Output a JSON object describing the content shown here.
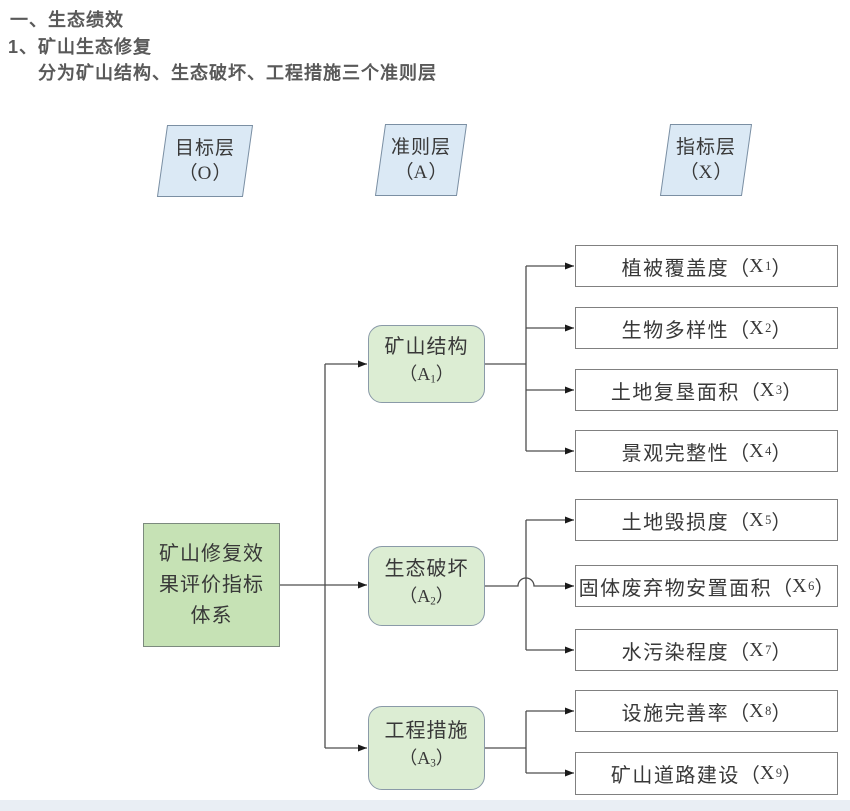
{
  "page": {
    "heading1": "一、生态绩效",
    "heading2": "1、矿山生态修复",
    "heading3": "分为矿山结构、生态破坏、工程措施三个准则层"
  },
  "ui": {
    "open_paren": "（",
    "close_paren": "）"
  },
  "colors": {
    "heading_text": "#595959",
    "layer_fill": "#dbe9f5",
    "layer_border": "#7b8fa3",
    "goal_fill": "#c6e2b5",
    "criteria_fill": "#dcedd3",
    "indicator_fill": "#ffffff",
    "indicator_border": "#808080",
    "line_color": "#4d4d4d",
    "arrow_color": "#1a1a1a",
    "diagram_text": "#383838"
  },
  "layers": [
    {
      "title": "目标层",
      "code": "O"
    },
    {
      "title": "准则层",
      "code": "A"
    },
    {
      "title": "指标层",
      "code": "X"
    }
  ],
  "goal": {
    "label": "矿山修复效果评价指标体系"
  },
  "criteria": [
    {
      "name": "矿山结构",
      "symbol_base": "A",
      "symbol_sub": "1"
    },
    {
      "name": "生态破坏",
      "symbol_base": "A",
      "symbol_sub": "2"
    },
    {
      "name": "工程措施",
      "symbol_base": "A",
      "symbol_sub": "3"
    }
  ],
  "indicators": [
    {
      "name": "植被覆盖度",
      "symbol_base": "X",
      "symbol_sub": "1"
    },
    {
      "name": "生物多样性",
      "symbol_base": "X",
      "symbol_sub": "2"
    },
    {
      "name": "土地复垦面积",
      "symbol_base": "X",
      "symbol_sub": "3"
    },
    {
      "name": "景观完整性",
      "symbol_base": "X",
      "symbol_sub": "4"
    },
    {
      "name": "土地毁损度",
      "symbol_base": "X",
      "symbol_sub": "5"
    },
    {
      "name": "固体废弃物安置面积",
      "symbol_base": "X",
      "symbol_sub": "6"
    },
    {
      "name": "水污染程度",
      "symbol_base": "X",
      "symbol_sub": "7"
    },
    {
      "name": "设施完善率",
      "symbol_base": "X",
      "symbol_sub": "8"
    },
    {
      "name": "矿山道路建设",
      "symbol_base": "X",
      "symbol_sub": "9"
    }
  ]
}
